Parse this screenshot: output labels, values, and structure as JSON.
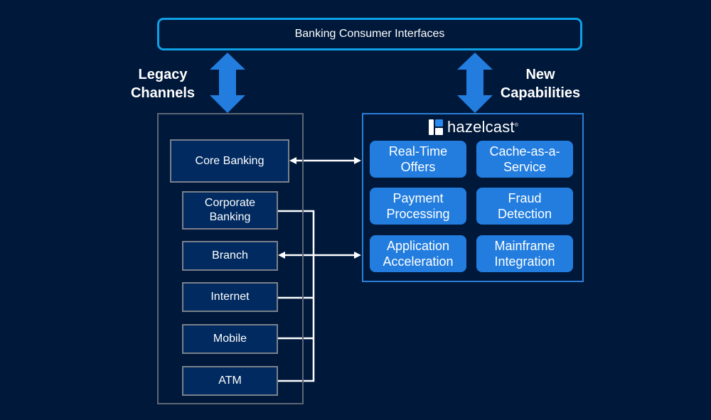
{
  "diagram": {
    "top_bar": {
      "label": "Banking Consumer Interfaces"
    },
    "legacy": {
      "title_line1": "Legacy",
      "title_line2": "Channels",
      "channels": [
        {
          "id": "core-banking",
          "label": "Core Banking"
        },
        {
          "id": "corporate-banking",
          "label_line1": "Corporate",
          "label_line2": "Banking"
        },
        {
          "id": "branch",
          "label": "Branch"
        },
        {
          "id": "internet",
          "label": "Internet"
        },
        {
          "id": "mobile",
          "label": "Mobile"
        },
        {
          "id": "atm",
          "label": "ATM"
        }
      ]
    },
    "new_capabilities": {
      "title_line1": "New",
      "title_line2": "Capabilities",
      "logo": {
        "text": "hazelcast",
        "mark": "®",
        "icon": "hazelcast-logo-icon"
      },
      "capabilities": [
        {
          "line1": "Real-Time",
          "line2": "Offers"
        },
        {
          "line1": "Cache-as-a-",
          "line2": "Service"
        },
        {
          "line1": "Payment",
          "line2": "Processing"
        },
        {
          "line1": "Fraud",
          "line2": "Detection"
        },
        {
          "line1": "Application",
          "line2": "Acceleration"
        },
        {
          "line1": "Mainframe",
          "line2": "Integration"
        }
      ]
    },
    "connectors": [
      {
        "from": "Banking Consumer Interfaces",
        "to": "Legacy Channels",
        "type": "bidirectional"
      },
      {
        "from": "Banking Consumer Interfaces",
        "to": "New Capabilities",
        "type": "bidirectional"
      },
      {
        "from": "Core Banking",
        "to": "hazelcast",
        "type": "bidirectional"
      },
      {
        "from": "Branch",
        "to": "hazelcast",
        "type": "bidirectional"
      },
      {
        "from": "Corporate Banking, Internet, Mobile, ATM",
        "to": "Branch connector bus",
        "type": "line"
      }
    ],
    "colors": {
      "background": "#00183a",
      "top_bar_border": "#0fa1e6",
      "big_arrow": "#227ddf",
      "capability_fill": "#227ddf",
      "channel_fill": "#002a60",
      "channel_border": "#7a808a",
      "legacy_panel_border": "#5e6672",
      "hazelcast_panel_border": "#2b7fd8"
    }
  }
}
